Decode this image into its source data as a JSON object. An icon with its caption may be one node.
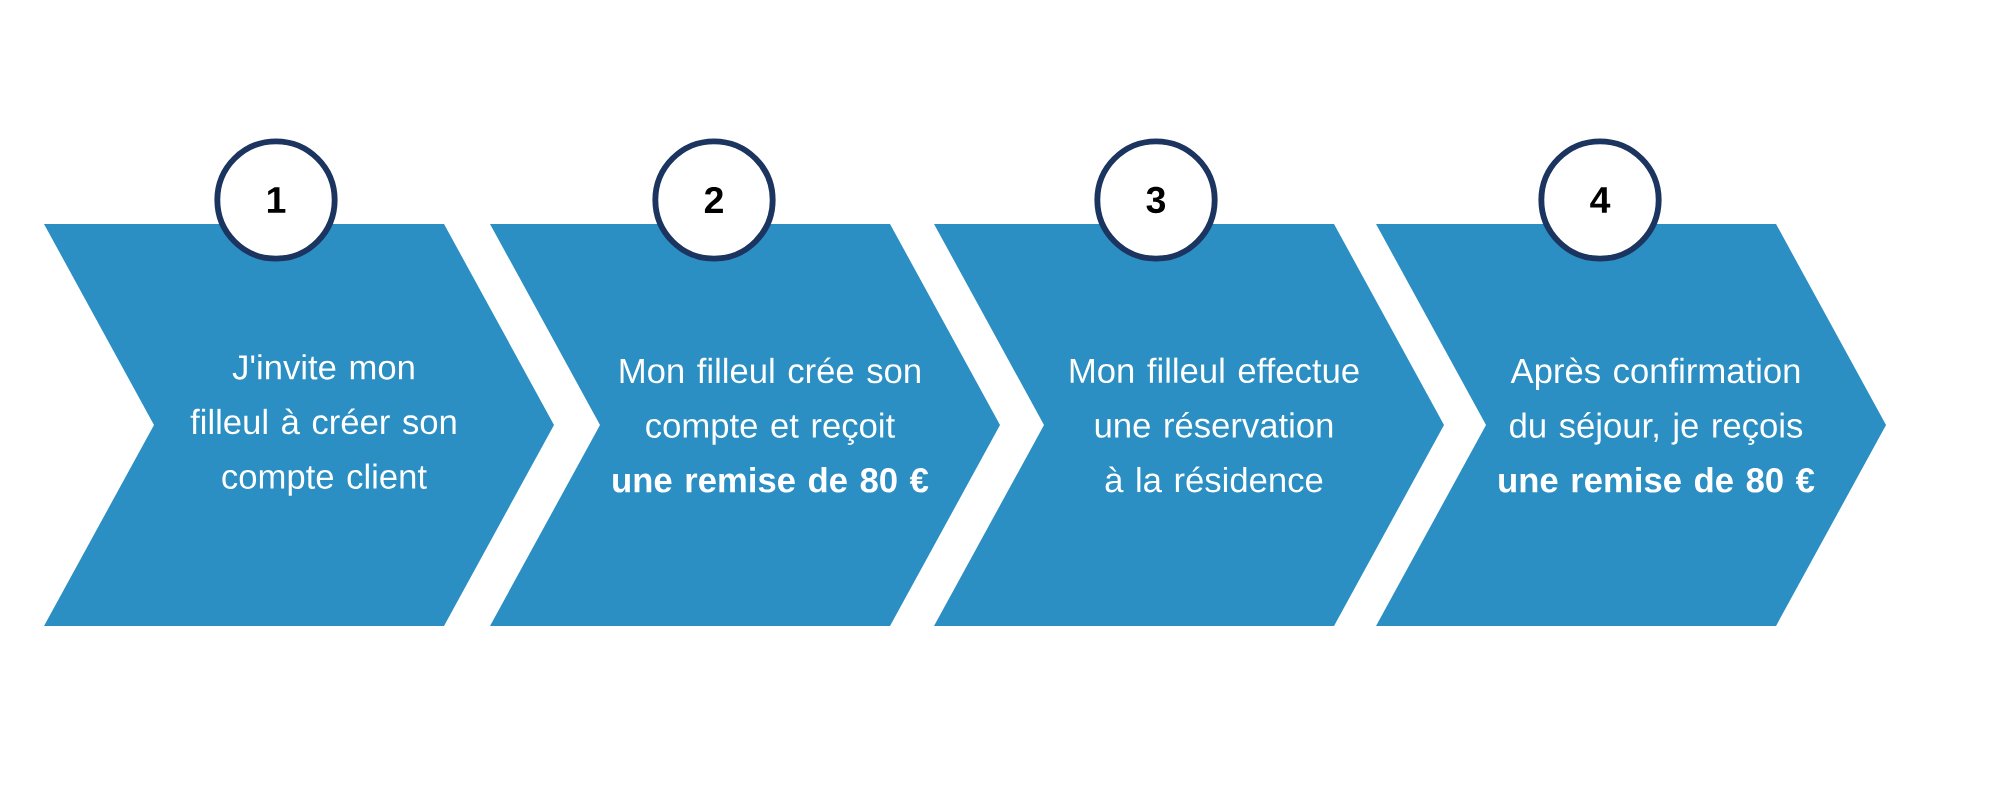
{
  "diagram": {
    "nodes": [
      {
        "text": [
          "1"
        ]
      },
      {
        "text": [
          "J'invite mon filleul à créer son compte client"
        ]
      },
      {
        "text": [
          "2"
        ]
      },
      {
        "text": [
          "Mon filleul crée son compte et reçoit",
          "une remise de 80 €"
        ]
      },
      {
        "text": [
          "3"
        ]
      },
      {
        "text": [
          "Mon filleul effectue une réservation à la résidence"
        ]
      },
      {
        "text": [
          "4"
        ]
      },
      {
        "text": [
          "Après confirmation du séjour, je reçois",
          "une remise de 80 €"
        ]
      }
    ]
  }
}
